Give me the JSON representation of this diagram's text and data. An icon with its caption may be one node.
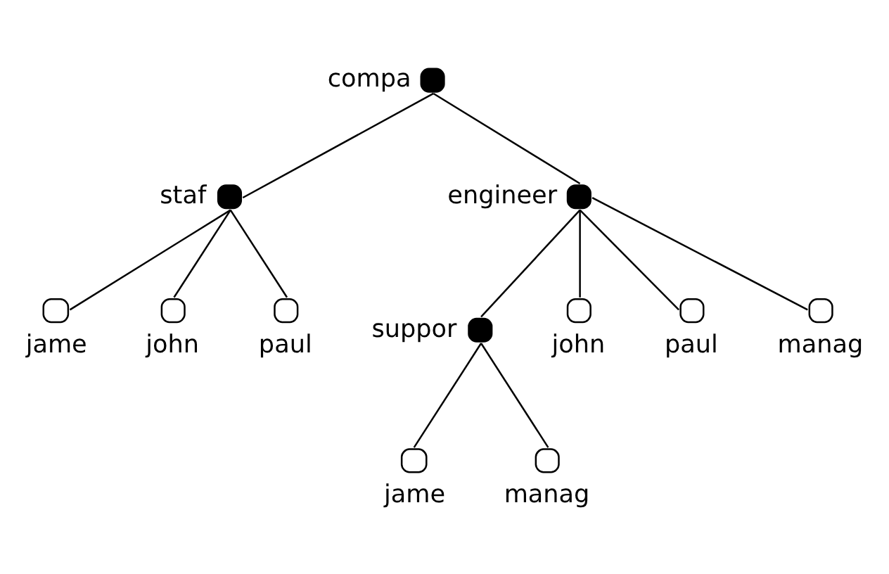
{
  "diagram": {
    "nodes": [
      {
        "text": [
          "compa"
        ]
      },
      {
        "text": [
          "staf"
        ]
      },
      {
        "text": [
          "engineer"
        ]
      },
      {
        "text": [
          "jame"
        ]
      },
      {
        "text": [
          "john"
        ]
      },
      {
        "text": [
          "paul"
        ]
      },
      {
        "text": [
          "suppor"
        ]
      },
      {
        "text": [
          "john"
        ]
      },
      {
        "text": [
          "paul"
        ]
      },
      {
        "text": [
          "manag"
        ]
      },
      {
        "text": [
          "jame"
        ]
      },
      {
        "text": [
          "manag"
        ]
      }
    ],
    "edges": [
      {
        "from": 0,
        "to": 1,
        "arrow": "none"
      },
      {
        "from": 0,
        "to": 2,
        "arrow": "none"
      },
      {
        "from": 1,
        "to": 3,
        "arrow": "none"
      },
      {
        "from": 1,
        "to": 4,
        "arrow": "none"
      },
      {
        "from": 1,
        "to": 5,
        "arrow": "none"
      },
      {
        "from": 2,
        "to": 6,
        "arrow": "none"
      },
      {
        "from": 2,
        "to": 7,
        "arrow": "none"
      },
      {
        "from": 2,
        "to": 8,
        "arrow": "none"
      },
      {
        "from": 2,
        "to": 9,
        "arrow": "none"
      },
      {
        "from": 6,
        "to": 10,
        "arrow": "none"
      },
      {
        "from": 6,
        "to": 11,
        "arrow": "none"
      }
    ]
  }
}
